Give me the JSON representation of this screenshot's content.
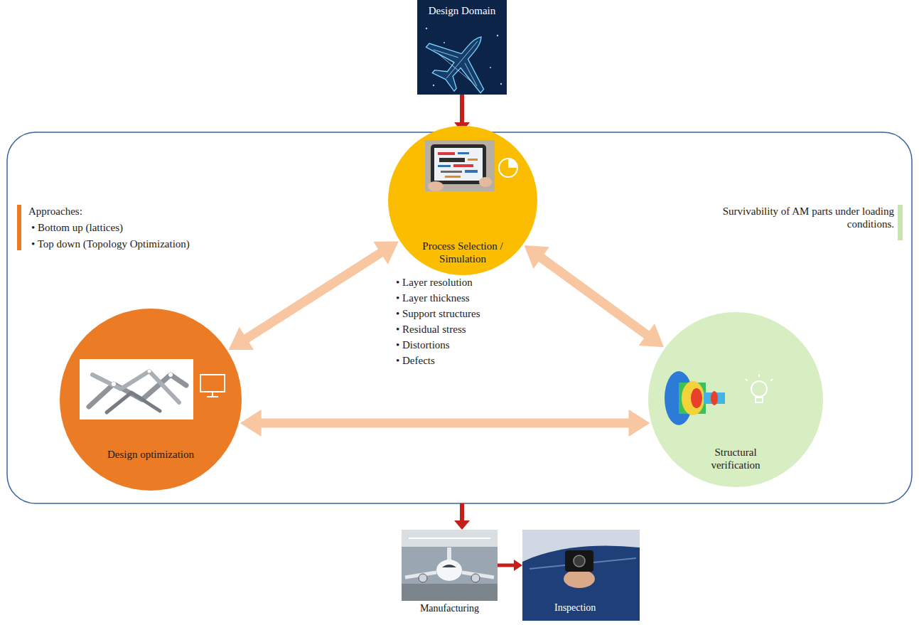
{
  "diagram": {
    "nodes": [
      {
        "text": [
          "Design Domain"
        ]
      },
      {
        "text": [
          "Process Selection / Simulation"
        ]
      },
      {
        "text": [
          "Design optimization"
        ]
      },
      {
        "text": [
          "Structural verification"
        ]
      },
      {
        "text": [
          "Manufacturing"
        ]
      },
      {
        "text": [
          "Inspection"
        ]
      }
    ],
    "edges": [
      {
        "from": 2,
        "to": 1,
        "arrow": "both"
      },
      {
        "from": 1,
        "to": 3,
        "arrow": "both"
      },
      {
        "from": 2,
        "to": 3,
        "arrow": "both"
      },
      {
        "from": 4,
        "to": 5,
        "arrow": "to"
      }
    ],
    "labels": [
      "Approaches:",
      "• Bottom up (lattices)",
      "• Top down (Topology Optimization)",
      "• Layer resolution",
      "• Layer thickness",
      "• Support structures",
      "• Residual stress",
      "• Distortions",
      "• Defects",
      "Survivability of AM parts under loading conditions."
    ]
  }
}
